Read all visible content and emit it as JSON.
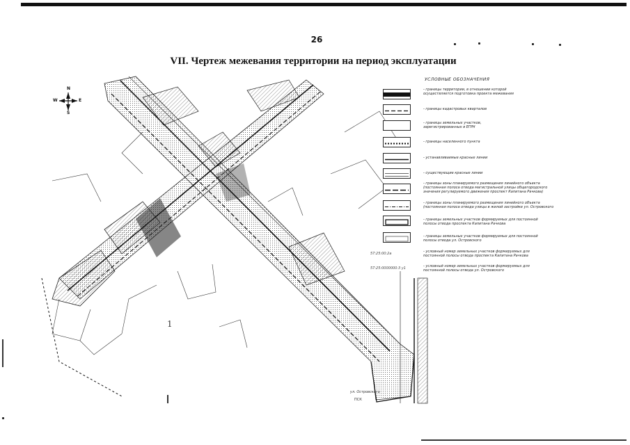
{
  "page": {
    "number": "26",
    "title": "VII. Чертеж межевания территории на период  эксплуатации"
  },
  "compass": {
    "north": "N",
    "south": "S",
    "west": "W",
    "east": "E"
  },
  "map": {
    "street_label": "ул. Островского",
    "side_number": "1",
    "corner_label": "ПСК"
  },
  "legend": {
    "heading": "УСЛОВНЫЕ  ОБОЗНАЧЕНИЯ",
    "items": [
      {
        "symbol": "territory-boundary-symbol",
        "text": "- границы территории, в отношении которой\nосуществляется подготовка проекта межевания"
      },
      {
        "symbol": "cadastral-quarter-symbol",
        "text": "- границы кадастровых кварталов"
      },
      {
        "symbol": "registered-plot-symbol",
        "text": "- границы земельных участков,\nзарегистрированных в ЕГРН"
      },
      {
        "symbol": "settlement-boundary-symbol",
        "text": "- границы населенного пункта"
      },
      {
        "symbol": "new-red-lines-symbol",
        "text": "-  устанавливаемые красные линии"
      },
      {
        "symbol": "existing-red-lines-symbol",
        "text": "-  существующие красные линии"
      },
      {
        "symbol": "planned-zone-avenue-symbol",
        "text": "- границы зоны планируемого размещения линейного объекта\n(постоянная полоса отвода магистральной улицы общегородского\nзначения регулируемого движения проспект Капитана Рачкова)"
      },
      {
        "symbol": "planned-zone-street-symbol",
        "text": "- границы зоны планируемого размещения линейного объекта\n(постоянная полоса отвода улицы в жилой застройке ул. Островского"
      },
      {
        "symbol": "plots-avenue-symbol",
        "text": "- границы земельных участков формируемых для постоянной\nполосы отвода проспекта Капитана Рачкова"
      },
      {
        "symbol": "plots-street-symbol",
        "text": "- границы земельных участков формируемых для постоянной\nполосы отвода ул. Островского"
      },
      {
        "code": "57:25:00:2a",
        "text": "-  условный номер земельных участков формируемых для\nпостоянной полосы отвода проспекта Капитана Рачкова"
      },
      {
        "code": "57:25:0000000:3 у1",
        "text": "-  условный номер земельных участков формируемых для\nпостоянной полосы отвода ул. Островского"
      }
    ]
  }
}
